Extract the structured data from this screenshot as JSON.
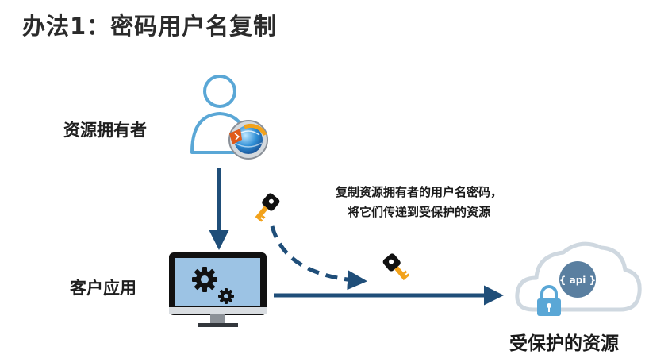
{
  "title": "办法1：密码用户名复制",
  "labels": {
    "owner": "资源拥有者",
    "client": "客户应用",
    "resource": "受保护的资源",
    "api": "{ api }"
  },
  "note": {
    "line1": "复制资源拥有者的用户名密码，",
    "line2": "将它们传递到受保护的资源"
  },
  "colors": {
    "flow": "#1f4e79",
    "cloud_stroke": "#cfd8e0",
    "api_circle": "#5a7fa0",
    "lock": "#5aa7d6",
    "monitor_screen": "#9cc3e4",
    "monitor_frame": "#111111"
  },
  "icons": [
    "user-icon",
    "browser-globe-icon",
    "key-icon",
    "monitor-icon",
    "gear-icon",
    "cloud-icon",
    "lock-icon"
  ]
}
